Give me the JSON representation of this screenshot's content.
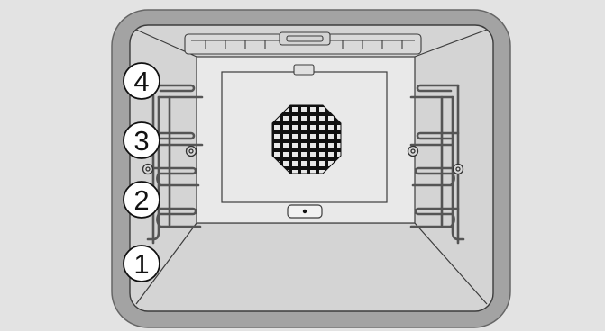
{
  "diagram": {
    "subject": "oven-cavity-shelf-positions",
    "shelf_positions": [
      {
        "label": "4"
      },
      {
        "label": "3"
      },
      {
        "label": "2"
      },
      {
        "label": "1"
      }
    ],
    "colors": {
      "page_background": "#e3e3e3",
      "frame": "#a3a3a3",
      "frame_stroke": "#666666",
      "cavity": "#d4d4d4",
      "back_panel": "#e9e9e9",
      "lines": "#3c3c3c",
      "fan_grille": "#111111",
      "rails": "#555555"
    },
    "icons": {
      "fan_cover": "fan-grille-icon",
      "oven_lamp": "oven-lamp-icon",
      "oven_light_switch": "light-switch-icon",
      "side_racks": "shelf-rack-icon"
    }
  }
}
